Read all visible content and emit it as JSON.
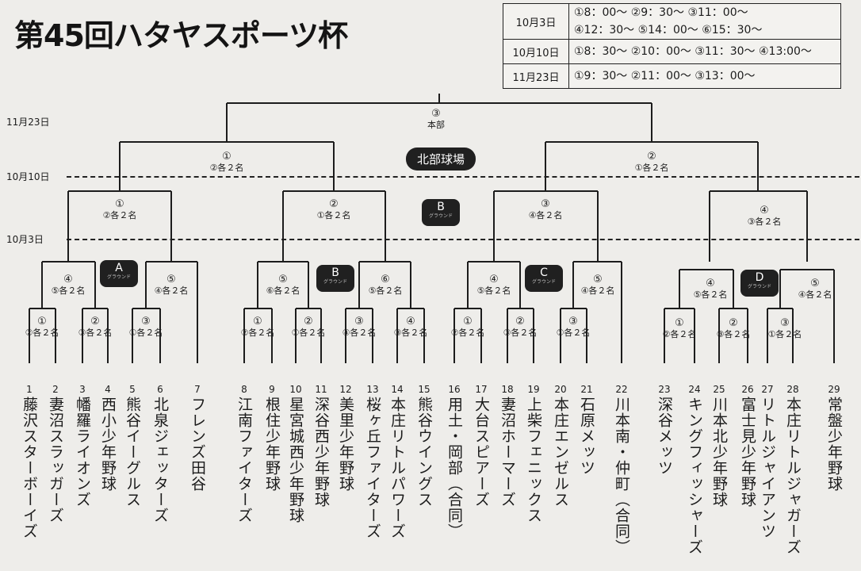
{
  "title": "第45回ハタヤスポーツ杯",
  "schedule": [
    {
      "date": "10月3日",
      "lines": [
        "①8：00～ ②9：30～ ③11：00～",
        "④12：30～ ⑤14：00～ ⑥15：30～"
      ]
    },
    {
      "date": "10月10日",
      "lines": [
        "①8：30～ ②10：00～ ③11：30～ ④13:00～"
      ]
    },
    {
      "date": "11月23日",
      "lines": [
        "①9：30～ ②11：00～ ③13：00～"
      ]
    }
  ],
  "date_markers": [
    "11月23日",
    "10月10日",
    "10月3日"
  ],
  "final": {
    "num": "③",
    "sub": "本部",
    "venue": "北部球場"
  },
  "badges": [
    {
      "letter": "A",
      "caption": "グラウンド"
    },
    {
      "letter": "B",
      "caption": "グラウンド"
    },
    {
      "letter": "B",
      "caption": "グラウンド"
    },
    {
      "letter": "C",
      "caption": "グラウンド"
    },
    {
      "letter": "D",
      "caption": "グラウンド"
    }
  ],
  "matches": [
    {
      "num": "①",
      "sub": "②各２名"
    },
    {
      "num": "②",
      "sub": "①各２名"
    },
    {
      "num": "①",
      "sub": "②各２名"
    },
    {
      "num": "②",
      "sub": "①各２名"
    },
    {
      "num": "③",
      "sub": "④各２名"
    },
    {
      "num": "④",
      "sub": "③各２名"
    },
    {
      "num": "④",
      "sub": "⑤各２名"
    },
    {
      "num": "⑤",
      "sub": "④各２名"
    },
    {
      "num": "⑤",
      "sub": "⑥各２名"
    },
    {
      "num": "⑥",
      "sub": "⑤各２名"
    },
    {
      "num": "④",
      "sub": "⑤各２名"
    },
    {
      "num": "⑤",
      "sub": "④各２名"
    },
    {
      "num": "④",
      "sub": "⑤各２名"
    },
    {
      "num": "⑤",
      "sub": "④各２名"
    },
    {
      "num": "①",
      "sub": "②各２名"
    },
    {
      "num": "②",
      "sub": "③各２名"
    },
    {
      "num": "③",
      "sub": "①各２名"
    },
    {
      "num": "①",
      "sub": "②各２名"
    },
    {
      "num": "②",
      "sub": "①各２名"
    },
    {
      "num": "③",
      "sub": "④各２名"
    },
    {
      "num": "④",
      "sub": "③各２名"
    },
    {
      "num": "①",
      "sub": "②各２名"
    },
    {
      "num": "②",
      "sub": "③各２名"
    },
    {
      "num": "③",
      "sub": "①各２名"
    },
    {
      "num": "①",
      "sub": "②各２名"
    },
    {
      "num": "②",
      "sub": "③各２名"
    },
    {
      "num": "③",
      "sub": "①各２名"
    }
  ],
  "teams": [
    {
      "no": "1",
      "name": "藤沢スターボーイズ"
    },
    {
      "no": "2",
      "name": "妻沼スラッガーズ"
    },
    {
      "no": "3",
      "name": "幡羅ライオンズ"
    },
    {
      "no": "4",
      "name": "西小少年野球"
    },
    {
      "no": "5",
      "name": "熊谷イーグルス"
    },
    {
      "no": "6",
      "name": "北泉ジェッターズ"
    },
    {
      "no": "7",
      "name": "フレンズ田谷"
    },
    {
      "no": "8",
      "name": "江南ファイターズ"
    },
    {
      "no": "9",
      "name": "根住少年野球"
    },
    {
      "no": "10",
      "name": "星宮城西少年野球"
    },
    {
      "no": "11",
      "name": "深谷西少年野球"
    },
    {
      "no": "12",
      "name": "美里少年野球"
    },
    {
      "no": "13",
      "name": "桜ヶ丘ファイターズ"
    },
    {
      "no": "14",
      "name": "本庄リトルパワーズ"
    },
    {
      "no": "15",
      "name": "熊谷ウイングス"
    },
    {
      "no": "16",
      "name": "用土・岡部（合同）"
    },
    {
      "no": "17",
      "name": "大台スピアーズ"
    },
    {
      "no": "18",
      "name": "妻沼ホーマーズ"
    },
    {
      "no": "19",
      "name": "上柴フェニックス"
    },
    {
      "no": "20",
      "name": "本庄エンゼルス"
    },
    {
      "no": "21",
      "name": "石原メッツ"
    },
    {
      "no": "22",
      "name": "川本南・仲町（合同）"
    },
    {
      "no": "23",
      "name": "深谷メッツ"
    },
    {
      "no": "24",
      "name": "キングフィッシャーズ"
    },
    {
      "no": "25",
      "name": "川本北少年野球"
    },
    {
      "no": "26",
      "name": "富士見少年野球"
    },
    {
      "no": "27",
      "name": "リトルジャイアンツ"
    },
    {
      "no": "28",
      "name": "本庄リトルジャガーズ"
    },
    {
      "no": "29",
      "name": "常盤少年野球"
    }
  ]
}
